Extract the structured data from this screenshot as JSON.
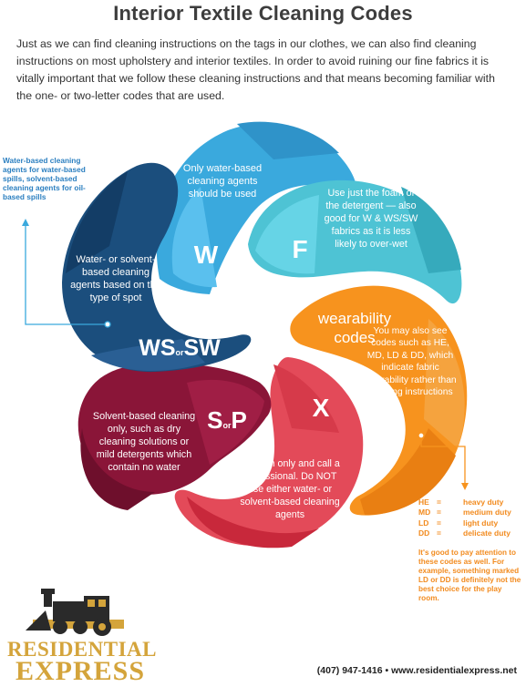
{
  "header": {
    "title": "Interior Textile Cleaning Codes",
    "intro": "Just as we can find cleaning instructions on the tags in our clothes, we can also find cleaning instructions on most upholstery and interior textiles. In order to avoid ruining our fine fabrics it is vitally important that we follow these cleaning instructions and that means becoming familiar with the one- or two-letter codes that are used."
  },
  "segments": {
    "w": {
      "code": "W",
      "text": "Only water-based cleaning agents should be used",
      "color": "#3aa9dd"
    },
    "f": {
      "code": "F",
      "text": "Use just the foam of the detergent — also good for W & WS/SW fabrics as it is less likely to over-wet",
      "color": "#4ec3d4"
    },
    "wearability": {
      "code": "wearability codes",
      "text": "You may also see codes such as HE, MD, LD & DD, which indicate fabric wearability rather than cleaning instructions",
      "color": "#f7931e"
    },
    "x": {
      "code": "X",
      "text": "Vacuum only and call a professional. Do NOT use either water- or solvent-based cleaning agents",
      "color": "#e34a59"
    },
    "sp": {
      "code_s": "S",
      "code_or": "or",
      "code_p": "P",
      "text": "Solvent-based cleaning only, such as dry cleaning solutions or mild detergents which contain no water",
      "color": "#8a1538"
    },
    "ws": {
      "code_ws": "WS",
      "code_or": "or",
      "code_sw": "SW",
      "text": "Water- or solvent-based cleaning agents based on the type of spot",
      "color": "#1b4e7d"
    }
  },
  "side_note_left": "Water-based cleaning agents for water-based spills, solvent-based cleaning agents for oil-based spills",
  "wearability_codes": [
    {
      "code": "HE",
      "eq": "=",
      "meaning": "heavy duty"
    },
    {
      "code": "MD",
      "eq": "=",
      "meaning": "medium duty"
    },
    {
      "code": "LD",
      "eq": "=",
      "meaning": "light duty"
    },
    {
      "code": "DD",
      "eq": "=",
      "meaning": "delicate duty"
    }
  ],
  "side_note_right": "It's good to pay attention to these codes as well. For example, something marked LD or DD is definitely not the best choice for the play room.",
  "logo": {
    "line1": "RESIDENTIAL",
    "line2": "EXPRESS"
  },
  "footer": "(407) 947-1416 • www.residentialexpress.net"
}
